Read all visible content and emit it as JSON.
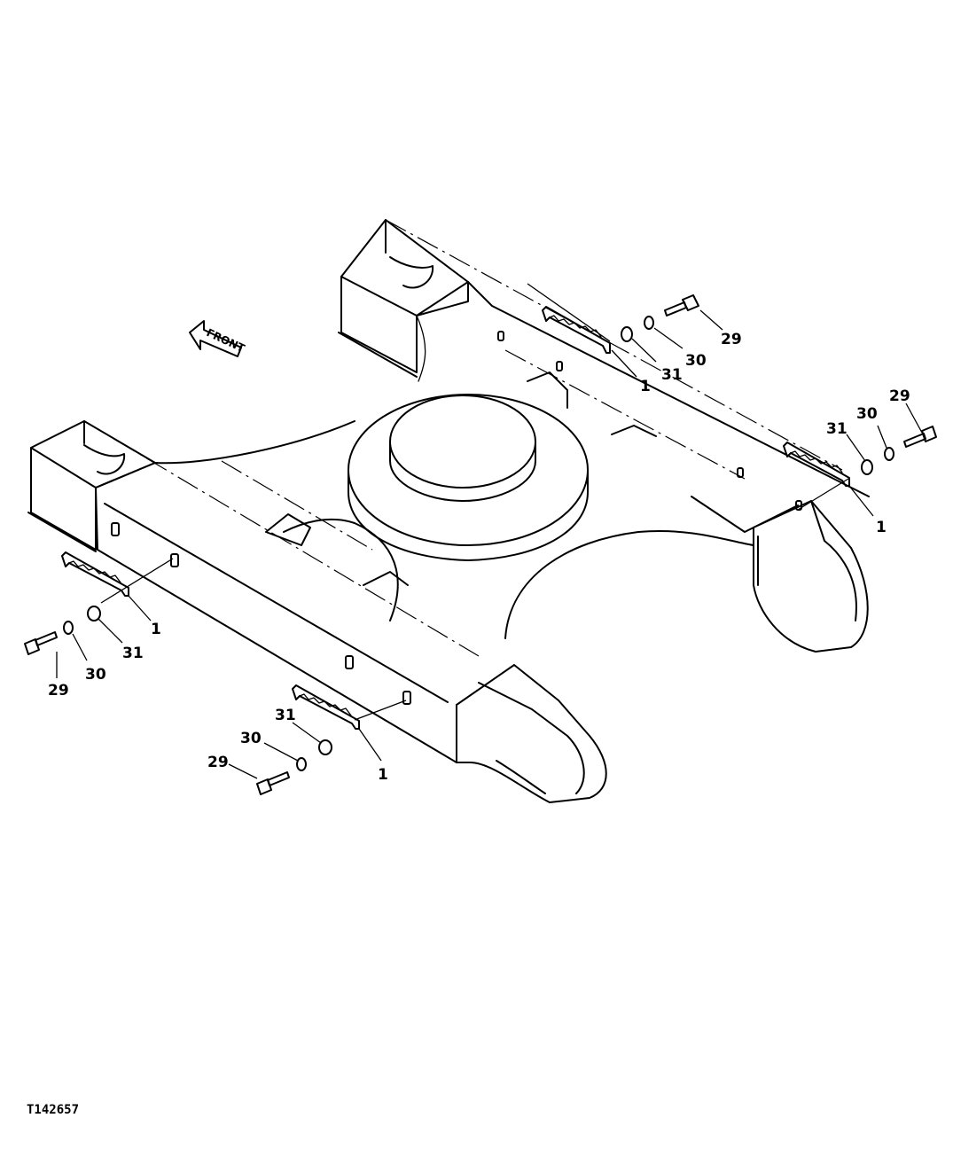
{
  "drawing_id": "T142657",
  "front_label": "FRONT",
  "callouts": {
    "tr_29": "29",
    "tr_30": "30",
    "tr_31": "31",
    "tr_1": "1",
    "r_29": "29",
    "r_30": "30",
    "r_31": "31",
    "r_1": "1",
    "l_29": "29",
    "l_30": "30",
    "l_31": "31",
    "l_1": "1",
    "b_29": "29",
    "b_30": "30",
    "b_31": "31",
    "b_1": "1"
  }
}
